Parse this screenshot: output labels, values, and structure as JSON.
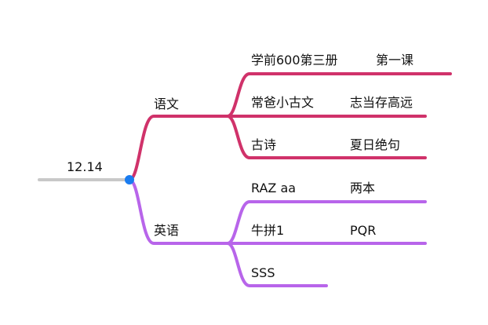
{
  "root": {
    "label": "12.14",
    "line_color": "#c8c8c8",
    "node_color": "#1a7cf0"
  },
  "branches": [
    {
      "label": "语文",
      "color": "#d0326a",
      "children": [
        {
          "label": "学前600第三册",
          "note": "第一课"
        },
        {
          "label": "常爸小古文",
          "note": "志当存高远"
        },
        {
          "label": "古诗",
          "note": "夏日绝句"
        }
      ]
    },
    {
      "label": "英语",
      "color": "#b865ea",
      "children": [
        {
          "label": "RAZ aa",
          "note": "两本"
        },
        {
          "label": "牛拼1",
          "note": "PQR"
        },
        {
          "label": "SSS",
          "note": ""
        }
      ]
    }
  ]
}
